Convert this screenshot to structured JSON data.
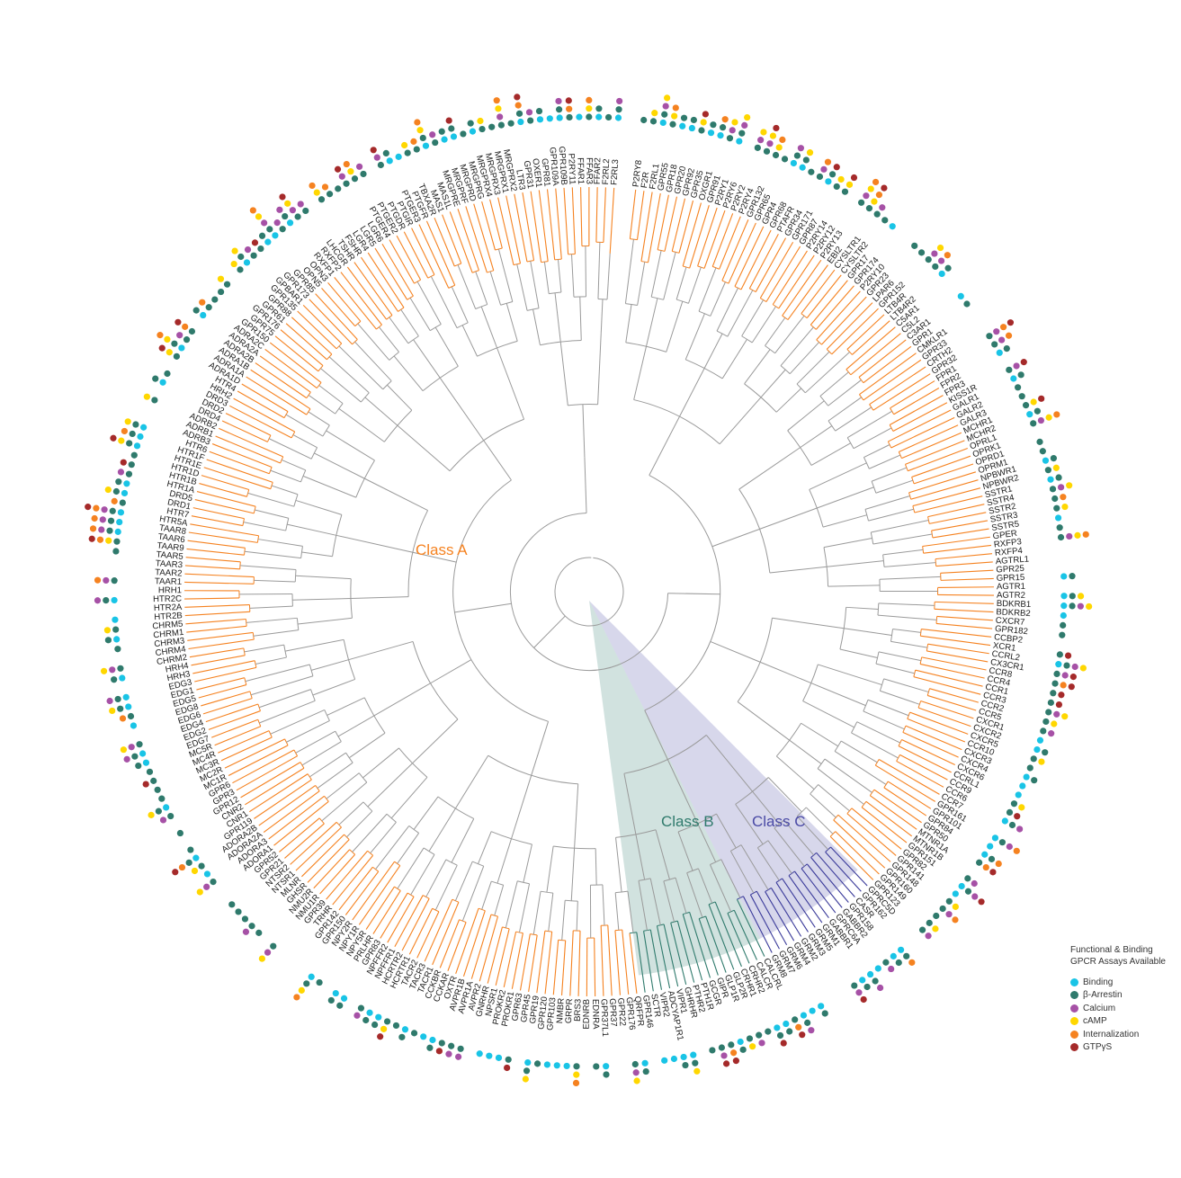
{
  "legend": {
    "title_line1": "Functional & Binding",
    "title_line2": "GPCR Assays Available",
    "items": [
      {
        "label": "Binding",
        "color": "#19c4e6"
      },
      {
        "label": "β-Arrestin",
        "color": "#2f7a6c"
      },
      {
        "label": "Calcium",
        "color": "#a651a6"
      },
      {
        "label": "cAMP",
        "color": "#ffd700"
      },
      {
        "label": "Internalization",
        "color": "#f58220"
      },
      {
        "label": "GTPγS",
        "color": "#a52a2a"
      }
    ]
  },
  "classes": {
    "A": {
      "label": "Class A",
      "color": "#f58220"
    },
    "B": {
      "label": "Class B",
      "color": "#2f7a6c"
    },
    "C": {
      "label": "Class C",
      "color": "#4a4aa5"
    }
  },
  "receptors": [
    "P2RY8",
    "F2R",
    "F2RL1",
    "GPR55",
    "GPR18",
    "GPR20",
    "GPR92",
    "GPR35",
    "OXGR1",
    "GPR91",
    "P2RY1",
    "P2RY6",
    "P2RY2",
    "P2RY4",
    "GPR132",
    "GPR65",
    "GPR4",
    "GPR68",
    "PTAFR",
    "GPR34",
    "GPR171",
    "GPR87",
    "P2RY14",
    "P2RY12",
    "P2RY13",
    "EBI2",
    "CYSLTR1",
    "CYSLTR2",
    "GPR17",
    "GPR174",
    "P2RY10",
    "GPR23",
    "LPAR6",
    "GPR152",
    "LTB4R",
    "LTB4R2",
    "C5AR1",
    "C5L2",
    "C3AR1",
    "GPR1",
    "CMKLR1",
    "GPR33",
    "CRTH2",
    "GPR32",
    "FPR1",
    "FPR2",
    "FPR3",
    "KISS1R",
    "GALR1",
    "GALR2",
    "GALR3",
    "MCHR1",
    "MCHR2",
    "OPRL1",
    "OPRK1",
    "OPRD1",
    "OPRM1",
    "NPBWR1",
    "NPBWR2",
    "SSTR1",
    "SSTR4",
    "SSTR2",
    "SSTR3",
    "SSTR5",
    "GPER",
    "RXFP3",
    "RXFP4",
    "AGTRL1",
    "GPR25",
    "GPR15",
    "AGTR1",
    "AGTR2",
    "BDKRB1",
    "BDKRB2",
    "CXCR7",
    "GPR182",
    "CCBP2",
    "XCR1",
    "CCRL2",
    "CX3CR1",
    "CCR8",
    "CCR4",
    "CCR1",
    "CCR3",
    "CCR2",
    "CCR5",
    "CXCR1",
    "CXCR2",
    "CXCR5",
    "CCR10",
    "CXCR3",
    "CXCR4",
    "CXCR6",
    "CCRL1",
    "CCR9",
    "CCR6",
    "CCR7",
    "GPR161",
    "GPR101",
    "GPR84",
    "GPR50",
    "MTNR1A",
    "MTNR1B",
    "GPR151",
    "GPR82",
    "GPR141",
    "GPR148",
    "GPR160",
    "GPR149",
    "GPR123",
    "GPRC5D",
    "GPR162",
    "CASR",
    "GPR158",
    "GABBR2",
    "GPRC6A",
    "GABBR1",
    "GRM1",
    "GRM5",
    "GRM3",
    "GRM2",
    "GRM4",
    "GRM6",
    "GRM7",
    "GRM8",
    "CALCRL",
    "CALCR",
    "CRHR2",
    "CRHR1",
    "GLP2R",
    "GLP1R",
    "GIPR",
    "GCGR",
    "PTH1R",
    "PTHR2",
    "GHRHR",
    "VIPR1",
    "ADCYAP1R1",
    "VIPR2",
    "SCTR",
    "GPR146",
    "QRFPR",
    "GPR176",
    "GPR22",
    "GPR37",
    "GPR37L1",
    "EDNRA",
    "EDNRB",
    "BRS3",
    "GRPR",
    "NMBR",
    "GPR103",
    "GPR120",
    "GPR19",
    "GPR45",
    "GPR63",
    "PROKR1",
    "PROKR2",
    "NPSR1",
    "GNRHR",
    "AVPR2",
    "AVPR1A",
    "AVPR1B",
    "OXTR",
    "CCKAR",
    "CCKBR",
    "TACR1",
    "TACR3",
    "TACR2",
    "HCRTR1",
    "HCRTR2",
    "NPFFR1",
    "NPFFR2",
    "GPR83",
    "PRLHR",
    "NPY5R",
    "NPY1R",
    "NPY2R",
    "GPR150",
    "GPR142",
    "TRHR",
    "GPR39",
    "NMU1R",
    "NMU2R",
    "GHSR",
    "MLNR",
    "NTSR1",
    "NTSR2",
    "GPR21",
    "GPR52",
    "ADORA1",
    "ADORA3",
    "ADORA2A",
    "ADORA2B",
    "GPR119",
    "CNR1",
    "CNR2",
    "GPR12",
    "GPR3",
    "GPR6",
    "MC1R",
    "MC2R",
    "MC3R",
    "MC4R",
    "MC5R",
    "EDG7",
    "EDG2",
    "EDG4",
    "EDG6",
    "EDG8",
    "EDG5",
    "EDG1",
    "EDG3",
    "HRH3",
    "HRH4",
    "CHRM2",
    "CHRM4",
    "CHRM3",
    "CHRM1",
    "CHRM5",
    "HTR2B",
    "HTR2A",
    "HTR2C",
    "HRH1",
    "TAAR1",
    "TAAR2",
    "TAAR3",
    "TAAR5",
    "TAAR9",
    "TAAR6",
    "TAAR8",
    "HTR5A",
    "HTR7",
    "DRD1",
    "DRD5",
    "HTR1A",
    "HTR1B",
    "HTR1D",
    "HTR1E",
    "HTR1F",
    "HTR6",
    "ADRB3",
    "ADRB1",
    "ADRB2",
    "DRD4",
    "DRD2",
    "DRD3",
    "HRH2",
    "HTR4",
    "ADRA1D",
    "ADRA1A",
    "ADRA1B",
    "ADRA2B",
    "ADRA2A",
    "ADRA2C",
    "GPR150",
    "GPR75",
    "GPR176",
    "GPR61",
    "GPR88",
    "GPR135",
    "GPBAR1",
    "GPR173",
    "GPR85",
    "OPN5",
    "OPN3",
    "RXFP1",
    "RXFP2",
    "LHCGR",
    "TSHR",
    "FSHR",
    "LGR4",
    "LGR5",
    "LGR6",
    "PTGER4",
    "PTGER2",
    "PTGDR",
    "PTGIR",
    "PTGER3",
    "PTGFR",
    "TBXA2R",
    "MAS1",
    "MAS1L",
    "MRGPRE",
    "MRGPRF",
    "MRGPRD",
    "MRGPRG",
    "MRGPRX4",
    "MRGPRX3",
    "MRGPRX1",
    "MRGPRX2",
    "LTR3",
    "GPR31",
    "OXER1",
    "GPR81",
    "GPR109A",
    "GPR109B",
    "P2RY11",
    "FFAR1",
    "FFAR3",
    "FFAR2",
    "F2RL2",
    "F2RL3"
  ]
}
